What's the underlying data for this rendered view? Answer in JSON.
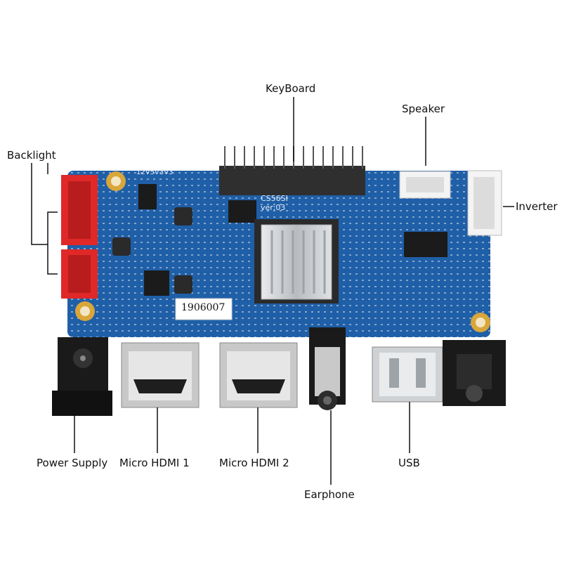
{
  "labels": {
    "keyboard": "KeyBoard",
    "speaker": "Speaker",
    "backlight": "Backlight",
    "inverter": "Inverter",
    "power_supply": "Power Supply",
    "micro_hdmi_1": "Micro HDMI 1",
    "micro_hdmi_2": "Micro HDMI 2",
    "earphone": "Earphone",
    "usb": "USB"
  },
  "board": {
    "model": "CS56SI",
    "version": "ver:03",
    "serial": "1906007",
    "power_label": "12V5V3V3"
  },
  "colors": {
    "pcb": "#1f5fa8",
    "pcb_dark": "#163f78",
    "connector_red": "#e02828",
    "pin_header": "#3a3a3a",
    "heatsink": "#c9ccd0",
    "label_line": "#111111"
  }
}
